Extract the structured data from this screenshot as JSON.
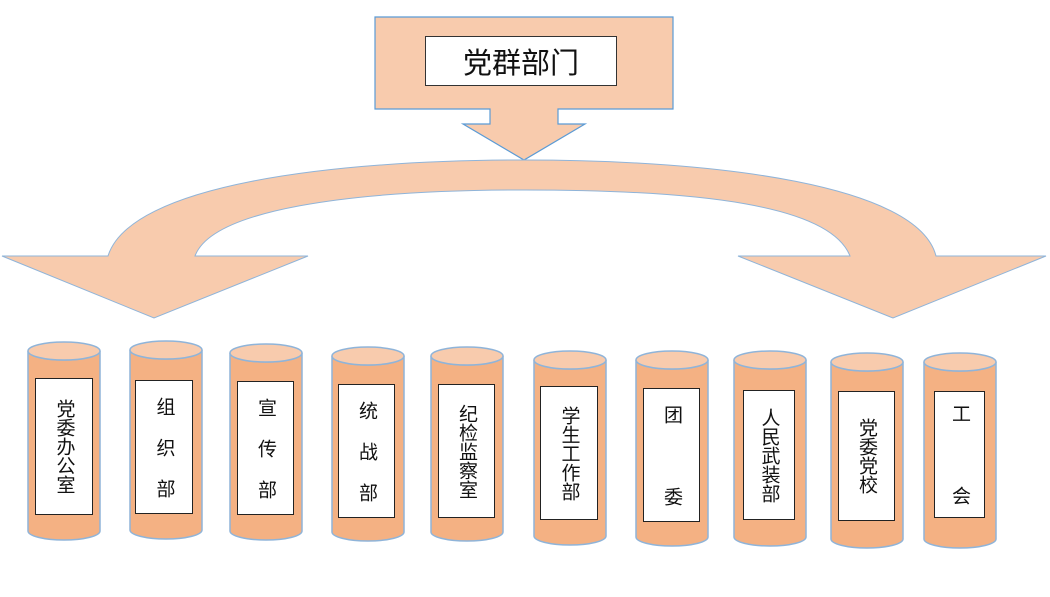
{
  "header": {
    "title": "党群部门"
  },
  "departments": [
    {
      "id": "party-office",
      "label": "党委办公室"
    },
    {
      "id": "organization",
      "label": "组 织 部"
    },
    {
      "id": "publicity",
      "label": "宣 传 部"
    },
    {
      "id": "united-front",
      "label": "统 战 部"
    },
    {
      "id": "discipline",
      "label": "纪检监察室"
    },
    {
      "id": "student-affairs",
      "label": "学生工作部"
    },
    {
      "id": "youth-league",
      "label": "团 　 委"
    },
    {
      "id": "armed-forces",
      "label": "人民武装部"
    },
    {
      "id": "party-school",
      "label": "党委党校"
    },
    {
      "id": "labor-union",
      "label": "工 　 会"
    }
  ],
  "colors": {
    "fill": "#f8cbad",
    "stroke": "#5b9bd5",
    "cylinder_fill": "#f4b183",
    "cylinder_top": "#f8cbad",
    "cylinder_stroke": "#8fb4d9"
  }
}
